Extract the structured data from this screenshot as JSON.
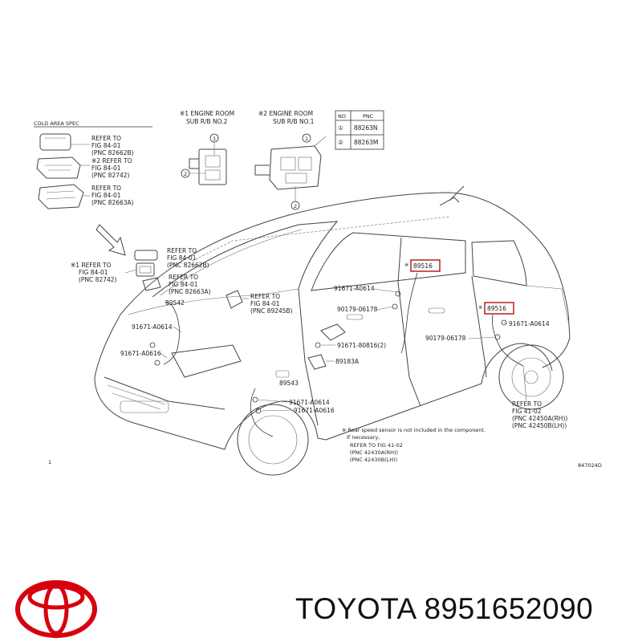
{
  "diagram": {
    "inset_heading": "COLD AREA SPEC",
    "engine_room_2": [
      "※1 ENGINE ROOM",
      "SUB R/B NO.2"
    ],
    "engine_room_1": [
      "※2 ENGINE ROOM",
      "SUB R/B NO.1"
    ],
    "table": {
      "headers": [
        "NO",
        "PNC"
      ],
      "rows": [
        [
          "①",
          "88263N"
        ],
        [
          "②",
          "88263M"
        ]
      ]
    },
    "refers_left": [
      [
        "REFER TO",
        "FIG 84-01",
        "(PNC 82662B)"
      ],
      [
        "※2 REFER TO",
        "FIG 84-01",
        "(PNC 82742)"
      ],
      [
        "REFER TO",
        "FIG 84-01",
        "(PNC 82663A)"
      ]
    ],
    "refers_mid": [
      [
        "REFER TO",
        "FIG 84-01",
        "(PNC 82662B)"
      ],
      [
        "※1 REFER TO",
        "FIG 84-01",
        "(PNC 82742)"
      ],
      [
        "REFER TO",
        "FIG 84-01",
        "(PNC 82663A)"
      ]
    ],
    "refer_89245": [
      "REFER TO",
      "FIG 84-01",
      "(PNC 89245B)"
    ],
    "part_89516_a": "89516",
    "part_89516_b": "89516",
    "part_89542": "89542",
    "part_89543": "89543",
    "part_89183": "89183A",
    "bolts": {
      "b1": "91671-A0614",
      "b2": "90179-06178",
      "b3": "91671-A0614",
      "b4": "91671-A0616",
      "b5": "91671-80816(2)",
      "b6": "90179-06178",
      "b7": "91671-A0614",
      "b8": "91671-A0614",
      "b9": "91671-A0616"
    },
    "refer_rear": [
      "REFER TO",
      "FIG 41-02",
      "(PNC 42450A(RH))",
      "(PNC 42450B(LH))"
    ],
    "note": [
      "※ Rear speed sensor is not included in the component.",
      "If necessary,"
    ],
    "refer_note": [
      "REFER TO FIG 41-02",
      "(PNC 42430A(RH))",
      "(PNC 42430B(LH))"
    ],
    "page_marker": "1",
    "figure_code": "847024D"
  },
  "brand": "TOYOTA",
  "part_number": "8951652090",
  "colors": {
    "highlight": "#b01010",
    "logo": "#d7000f"
  }
}
